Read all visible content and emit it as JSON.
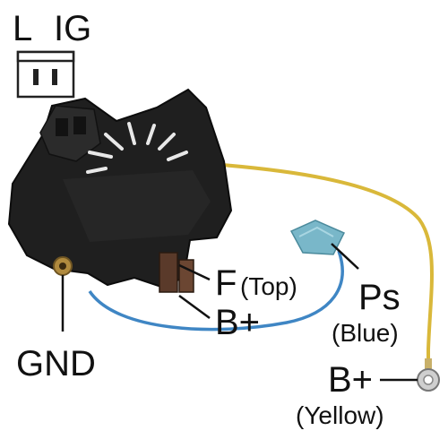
{
  "connector": {
    "pin_l": "L",
    "pin_ig": "IG"
  },
  "labels": {
    "f": "F",
    "f_note": "(Top)",
    "b_plus_terminal": "B+",
    "ps": "Ps",
    "ps_note": "(Blue)",
    "gnd": "GND",
    "b_plus_wire": "B+",
    "b_plus_wire_note": "(Yellow)"
  },
  "colors": {
    "body": "#1f1f1f",
    "yellow_wire": "#d9b83a",
    "blue_wire": "#3f86c4",
    "blue_terminal": "#79b7c9",
    "brass": "#b08a3e",
    "brush": "#5a3a2a"
  }
}
